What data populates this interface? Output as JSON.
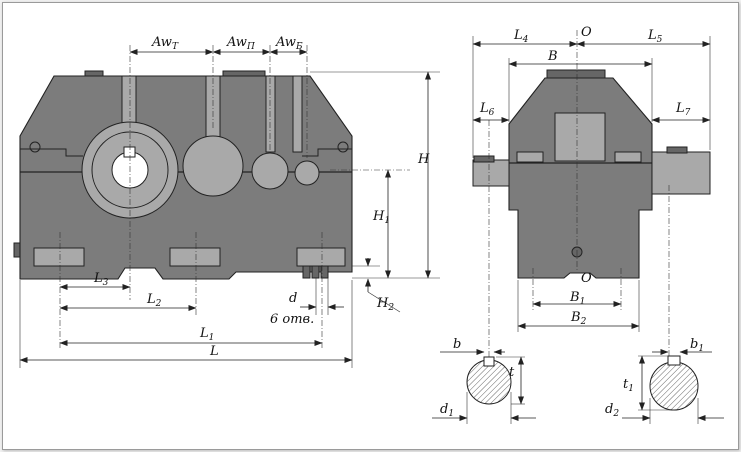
{
  "labels": {
    "aw_t": "Aw",
    "aw_t_sub": "Т",
    "aw_p": "Aw",
    "aw_p_sub": "П",
    "aw_b": "Aw",
    "aw_b_sub": "Б",
    "h": "H",
    "h1": "H",
    "h1_sub": "1",
    "h2": "H",
    "h2_sub": "2",
    "l": "L",
    "l1": "L",
    "l1_sub": "1",
    "l2": "L",
    "l2_sub": "2",
    "l3": "L",
    "l3_sub": "3",
    "l4": "L",
    "l4_sub": "4",
    "l5": "L",
    "l5_sub": "5",
    "l6": "L",
    "l6_sub": "6",
    "l7": "L",
    "l7_sub": "7",
    "d": "d",
    "holes": "6 отв.",
    "o_top": "O",
    "o_bottom": "O",
    "b_width": "B",
    "b1": "B",
    "b1_sub": "1",
    "b2": "B",
    "b2_sub": "2",
    "b_key": "b",
    "t": "t",
    "d1": "d",
    "d1_sub": "1",
    "b1_key": "b",
    "b1_key_sub": "1",
    "t1": "t",
    "t1_sub": "1",
    "d2": "d",
    "d2_sub": "2"
  },
  "colors": {
    "housing": "#7c7c7c",
    "wheels": "#a9a9a9",
    "frame": "#9a9a9a"
  }
}
